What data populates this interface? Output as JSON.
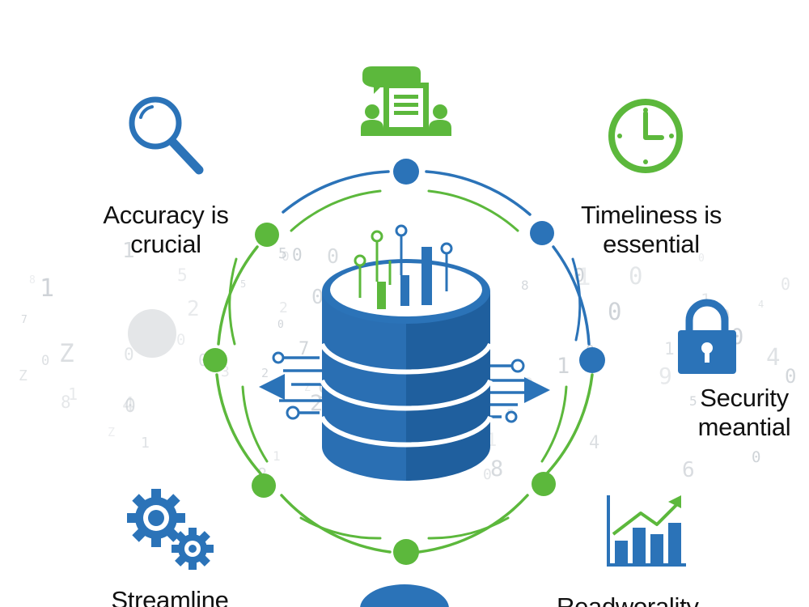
{
  "colors": {
    "blue": "#2b73b8",
    "blue_dark": "#1f5f9e",
    "green": "#5cb83c",
    "digits": "#c9ced3",
    "text": "#111111"
  },
  "features": [
    {
      "id": "accuracy",
      "icon": "magnifier-icon",
      "line1": "Accuracy is",
      "line2": "crucial"
    },
    {
      "id": "timeliness",
      "icon": "clock-icon",
      "line1": "Timeliness is",
      "line2": "essential"
    },
    {
      "id": "security",
      "icon": "padlock-icon",
      "line1": "Security",
      "line2": "meantial"
    },
    {
      "id": "streamline",
      "icon": "gears-icon",
      "line1": "Streamline",
      "line2": ""
    },
    {
      "id": "readability",
      "icon": "bar-chart-icon",
      "line1": "Readworality",
      "line2": ""
    }
  ],
  "top_icon": "people-with-document-icon",
  "center_icon": "database-icon",
  "background_digits": [
    "4",
    "8",
    "Z",
    "8",
    "0",
    "1",
    "5",
    "1",
    "0",
    "2",
    "0",
    "1",
    "9",
    "5",
    "0",
    "8",
    "1",
    "2",
    "0",
    "6",
    "Z",
    "0",
    "4",
    "1",
    "0",
    "0",
    "1",
    "5",
    "8",
    "9",
    "0",
    "0",
    "Z",
    "1",
    "6",
    "0",
    "5",
    "0",
    "5",
    "7",
    "1",
    "0",
    "4",
    "1",
    "0",
    "Z",
    "2",
    "8",
    "0",
    "4",
    "6",
    "5",
    "8",
    "0",
    "1",
    "9",
    "0",
    "7",
    "5",
    "0",
    "1",
    "3",
    "5",
    "0",
    "6",
    "0",
    "2",
    "8",
    "1",
    "0",
    "1",
    "4",
    "Z",
    "0",
    "0",
    "1",
    "5",
    "1",
    "0",
    "9",
    "2"
  ]
}
